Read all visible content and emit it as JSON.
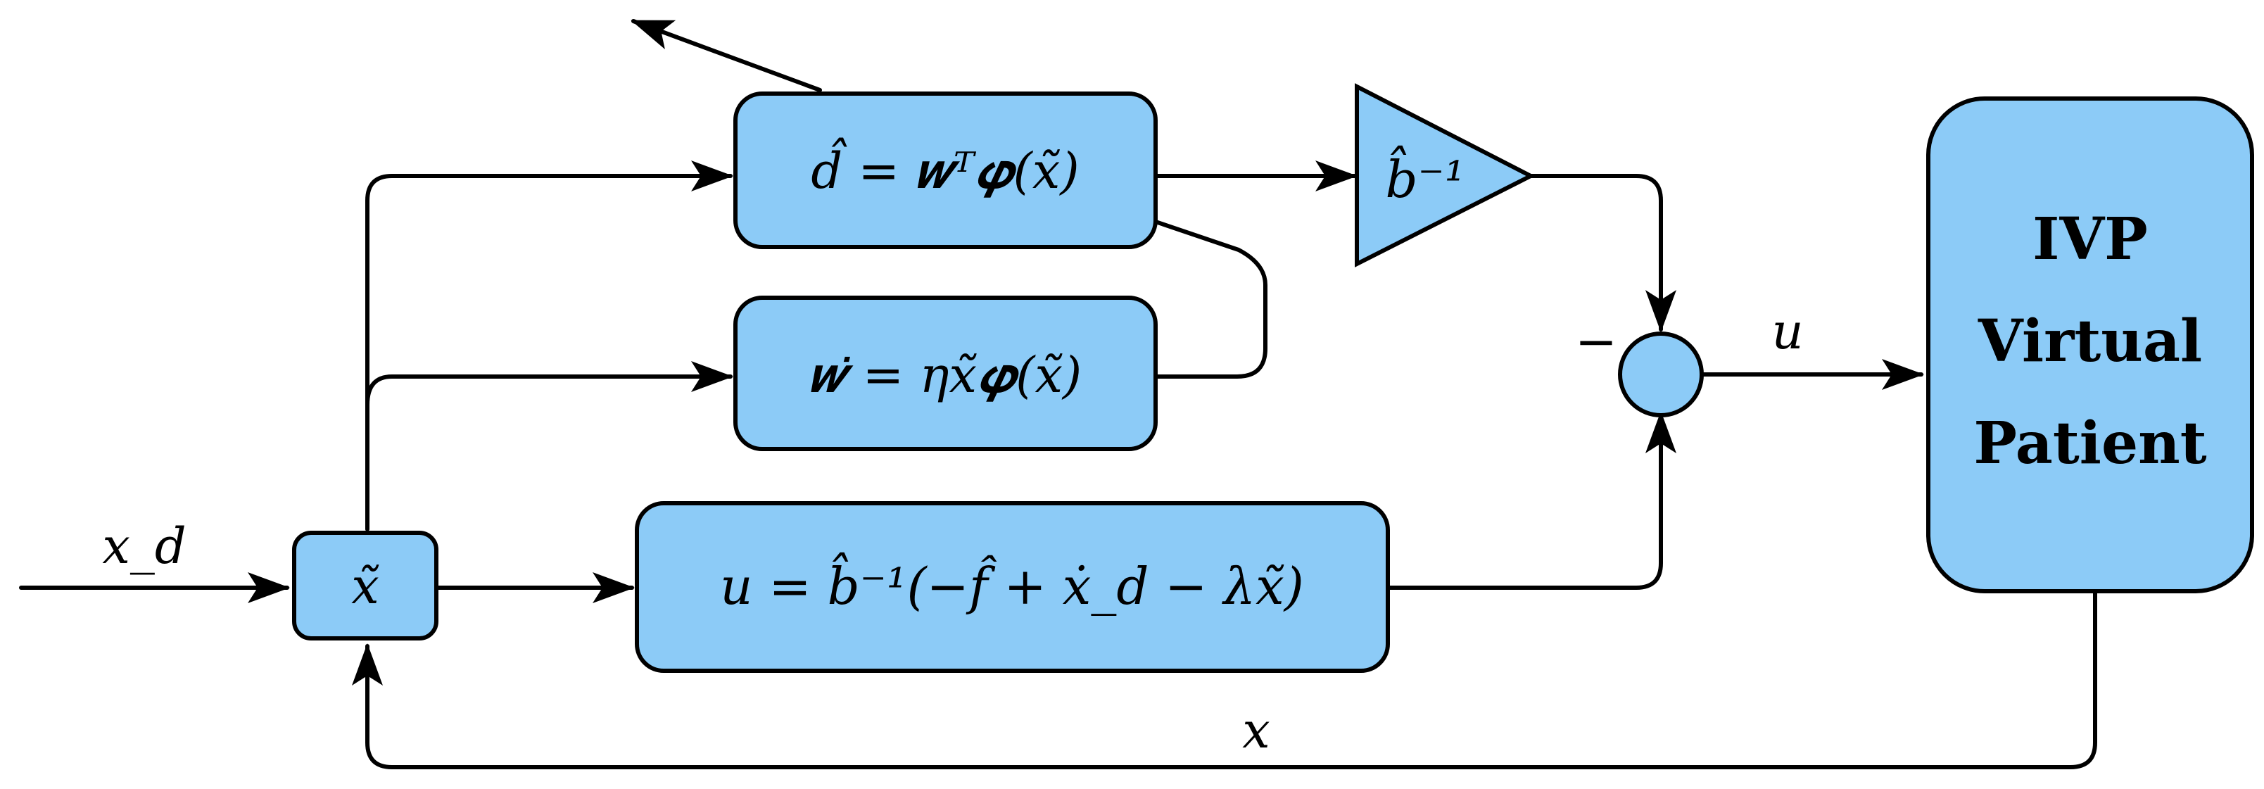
{
  "blocks": {
    "d_hat": "d̂ = 𝒘ᵀ𝝋(x̃)",
    "w_dot": "𝒘̇ = ηx̃𝝋(x̃)",
    "b_inv": "b̂⁻¹",
    "controller": "u = b̂⁻¹(−f̂ + ẋ_d − λx̃)",
    "error": "x̃",
    "plant": [
      "IVP",
      "Virtual",
      "Patient"
    ]
  },
  "labels": {
    "input": "x_d",
    "control": "u",
    "feedback": "x",
    "minus": "−"
  },
  "colors": {
    "block_fill": "#8ccbf7",
    "stroke": "#000000"
  }
}
